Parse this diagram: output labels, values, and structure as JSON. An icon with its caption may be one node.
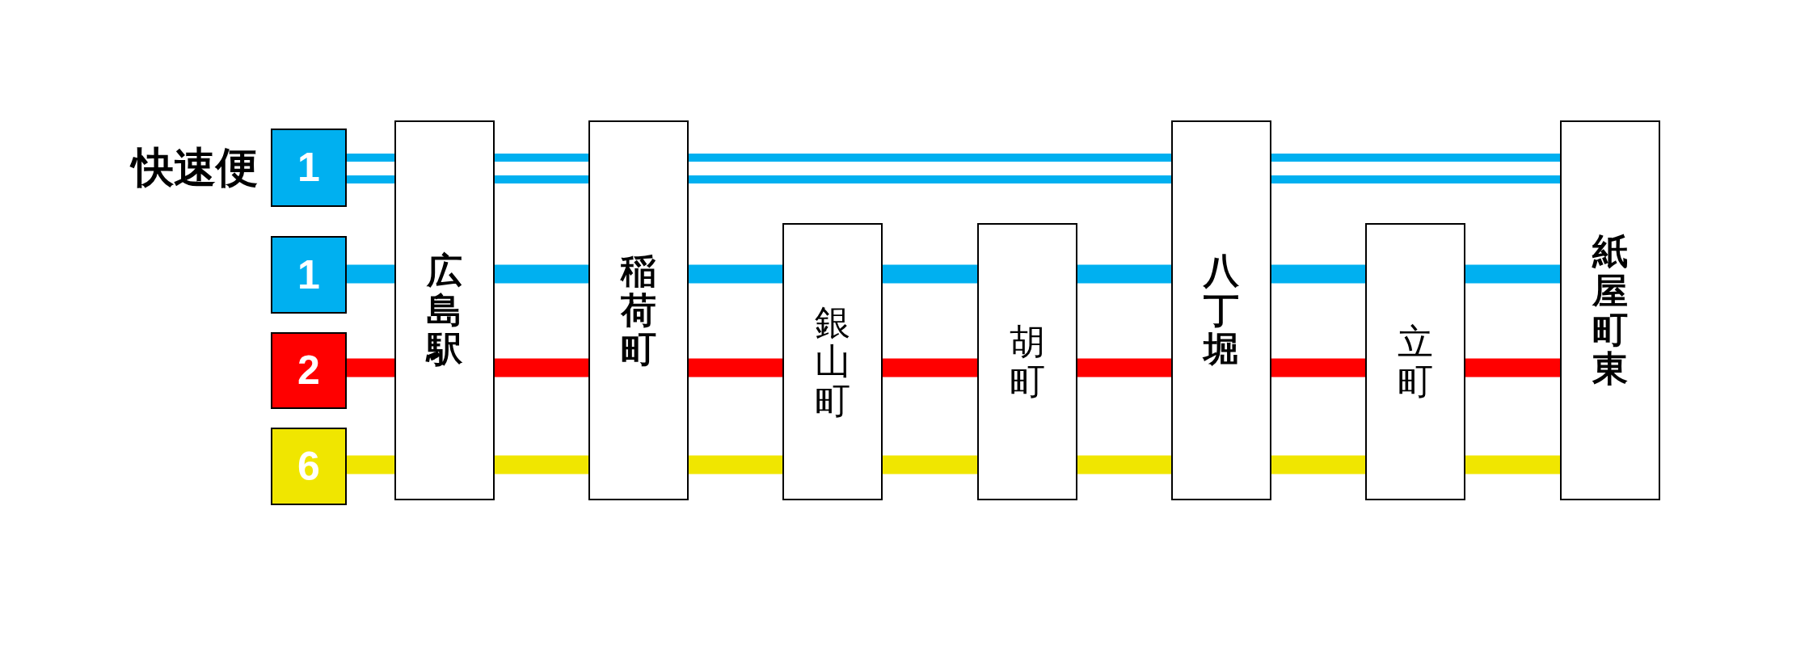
{
  "diagram": {
    "nodes": [
      {
        "text": [
          "1"
        ],
        "beside": [
          "快速便"
        ]
      },
      {
        "text": [
          "1"
        ]
      },
      {
        "text": [
          "2"
        ]
      },
      {
        "text": [
          "6"
        ]
      },
      {
        "text": [
          "広島駅"
        ]
      },
      {
        "text": [
          "稲荷町"
        ]
      },
      {
        "text": [
          "銀山町"
        ]
      },
      {
        "text": [
          "胡町"
        ]
      },
      {
        "text": [
          "八丁堀"
        ]
      },
      {
        "text": [
          "立町"
        ]
      },
      {
        "text": [
          "紙屋町東"
        ]
      }
    ],
    "edges": [
      {
        "from": 0,
        "to": 4,
        "arrow": "none"
      },
      {
        "from": 4,
        "to": 5,
        "arrow": "none"
      },
      {
        "from": 5,
        "to": 8,
        "arrow": "none"
      },
      {
        "from": 8,
        "to": 10,
        "arrow": "none"
      },
      {
        "from": 1,
        "to": 4,
        "arrow": "none"
      },
      {
        "from": 4,
        "to": 5,
        "arrow": "none"
      },
      {
        "from": 5,
        "to": 6,
        "arrow": "none"
      },
      {
        "from": 6,
        "to": 7,
        "arrow": "none"
      },
      {
        "from": 7,
        "to": 8,
        "arrow": "none"
      },
      {
        "from": 8,
        "to": 9,
        "arrow": "none"
      },
      {
        "from": 9,
        "to": 10,
        "arrow": "none"
      },
      {
        "from": 2,
        "to": 4,
        "arrow": "none",
        "color": "#ff0000"
      },
      {
        "from": 4,
        "to": 5,
        "arrow": "none",
        "color": "#ff0000"
      },
      {
        "from": 5,
        "to": 6,
        "arrow": "none",
        "color": "#ff0000"
      },
      {
        "from": 6,
        "to": 7,
        "arrow": "none",
        "color": "#ff0000"
      },
      {
        "from": 7,
        "to": 8,
        "arrow": "none",
        "color": "#ff0000"
      },
      {
        "from": 8,
        "to": 9,
        "arrow": "none",
        "color": "#ff0000"
      },
      {
        "from": 9,
        "to": 10,
        "arrow": "none",
        "color": "#ff0000"
      },
      {
        "from": 3,
        "to": 4,
        "arrow": "none",
        "color": "#f0e600"
      },
      {
        "from": 4,
        "to": 5,
        "arrow": "none",
        "color": "#f0e600"
      },
      {
        "from": 5,
        "to": 6,
        "arrow": "none",
        "color": "#f0e600"
      },
      {
        "from": 6,
        "to": 7,
        "arrow": "none",
        "color": "#f0e600"
      },
      {
        "from": 7,
        "to": 8,
        "arrow": "none",
        "color": "#f0e600"
      },
      {
        "from": 8,
        "to": 9,
        "arrow": "none",
        "color": "#f0e600"
      },
      {
        "from": 9,
        "to": 10,
        "arrow": "none",
        "color": "#f0e600"
      }
    ]
  }
}
